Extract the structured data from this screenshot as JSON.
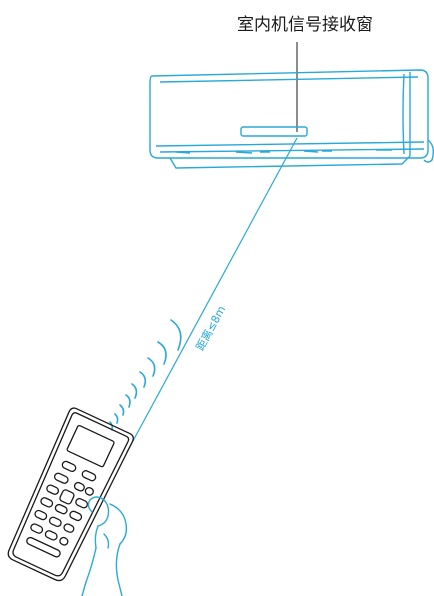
{
  "diagram": {
    "receiver_label": "室内机信号接收窗",
    "distance_label": "距离≤8m",
    "colors": {
      "accent": "#29a9d8",
      "ink": "#1a1a1a",
      "background": "#ffffff"
    },
    "icons": [
      "indoor-unit",
      "remote-control",
      "hand",
      "infrared-signal-waves"
    ]
  }
}
